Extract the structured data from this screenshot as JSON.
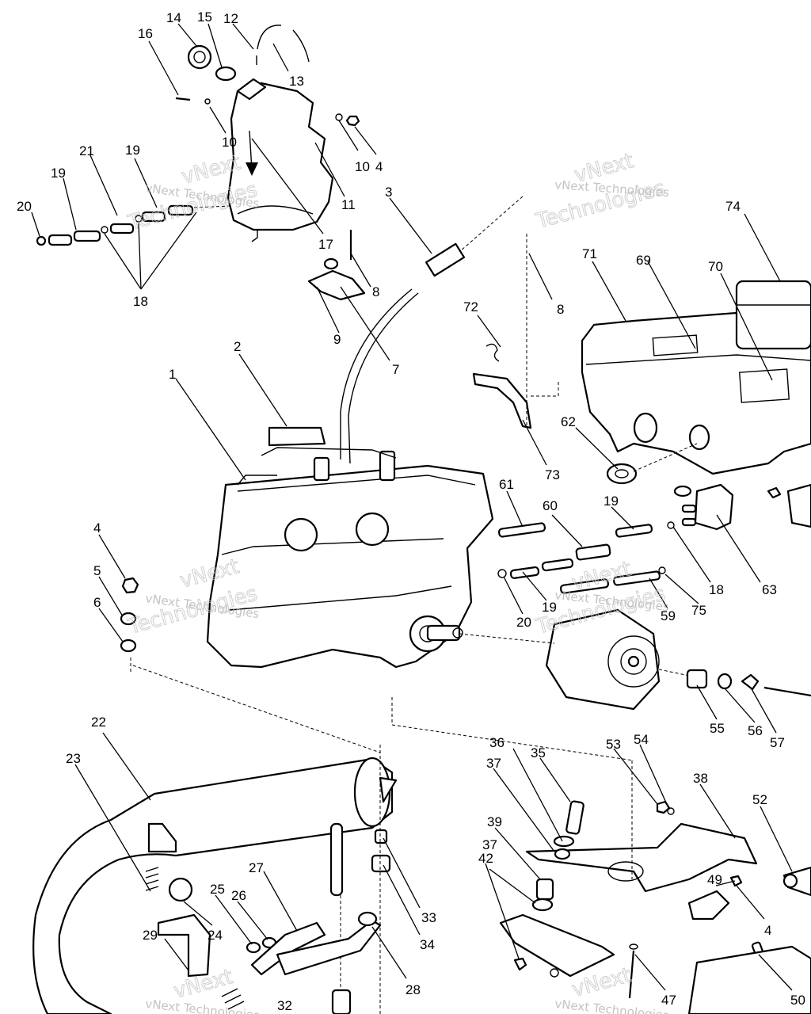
{
  "watermark": {
    "small": "vNext Technologies",
    "large_top": "vNext",
    "large_bottom": "Technologies"
  },
  "callouts": {
    "c14": "14",
    "c15": "15",
    "c12": "12",
    "c16": "16",
    "c13": "13",
    "c10a": "10",
    "c10b": "10",
    "c4a": "4",
    "c21": "21",
    "c19a": "19",
    "c19b": "19",
    "c20a": "20",
    "c11": "11",
    "c3": "3",
    "c17": "17",
    "c18a": "18",
    "c8a": "8",
    "c8b": "8",
    "c9": "9",
    "c7": "7",
    "c74": "74",
    "c71": "71",
    "c69": "69",
    "c70": "70",
    "c72": "72",
    "c2": "2",
    "c1": "1",
    "c62": "62",
    "c73": "73",
    "c61": "61",
    "c60": "60",
    "c19c": "19",
    "c18b": "18",
    "c63": "63",
    "c4b": "4",
    "c5": "5",
    "c6": "6",
    "c20b": "20",
    "c19d": "19",
    "c59": "59",
    "c75": "75",
    "c55": "55",
    "c56": "56",
    "c57": "57",
    "c22": "22",
    "c23": "23",
    "c36": "36",
    "c35": "35",
    "c53": "53",
    "c54": "54",
    "c38": "38",
    "c52": "52",
    "c37a": "37",
    "c39": "39",
    "c37b": "37",
    "c42": "42",
    "c27": "27",
    "c25": "25",
    "c26": "26",
    "c29": "29",
    "c24": "24",
    "c33": "33",
    "c34": "34",
    "c28": "28",
    "c32": "32",
    "c49": "49",
    "c4c": "4",
    "c47": "47",
    "c50": "50"
  }
}
